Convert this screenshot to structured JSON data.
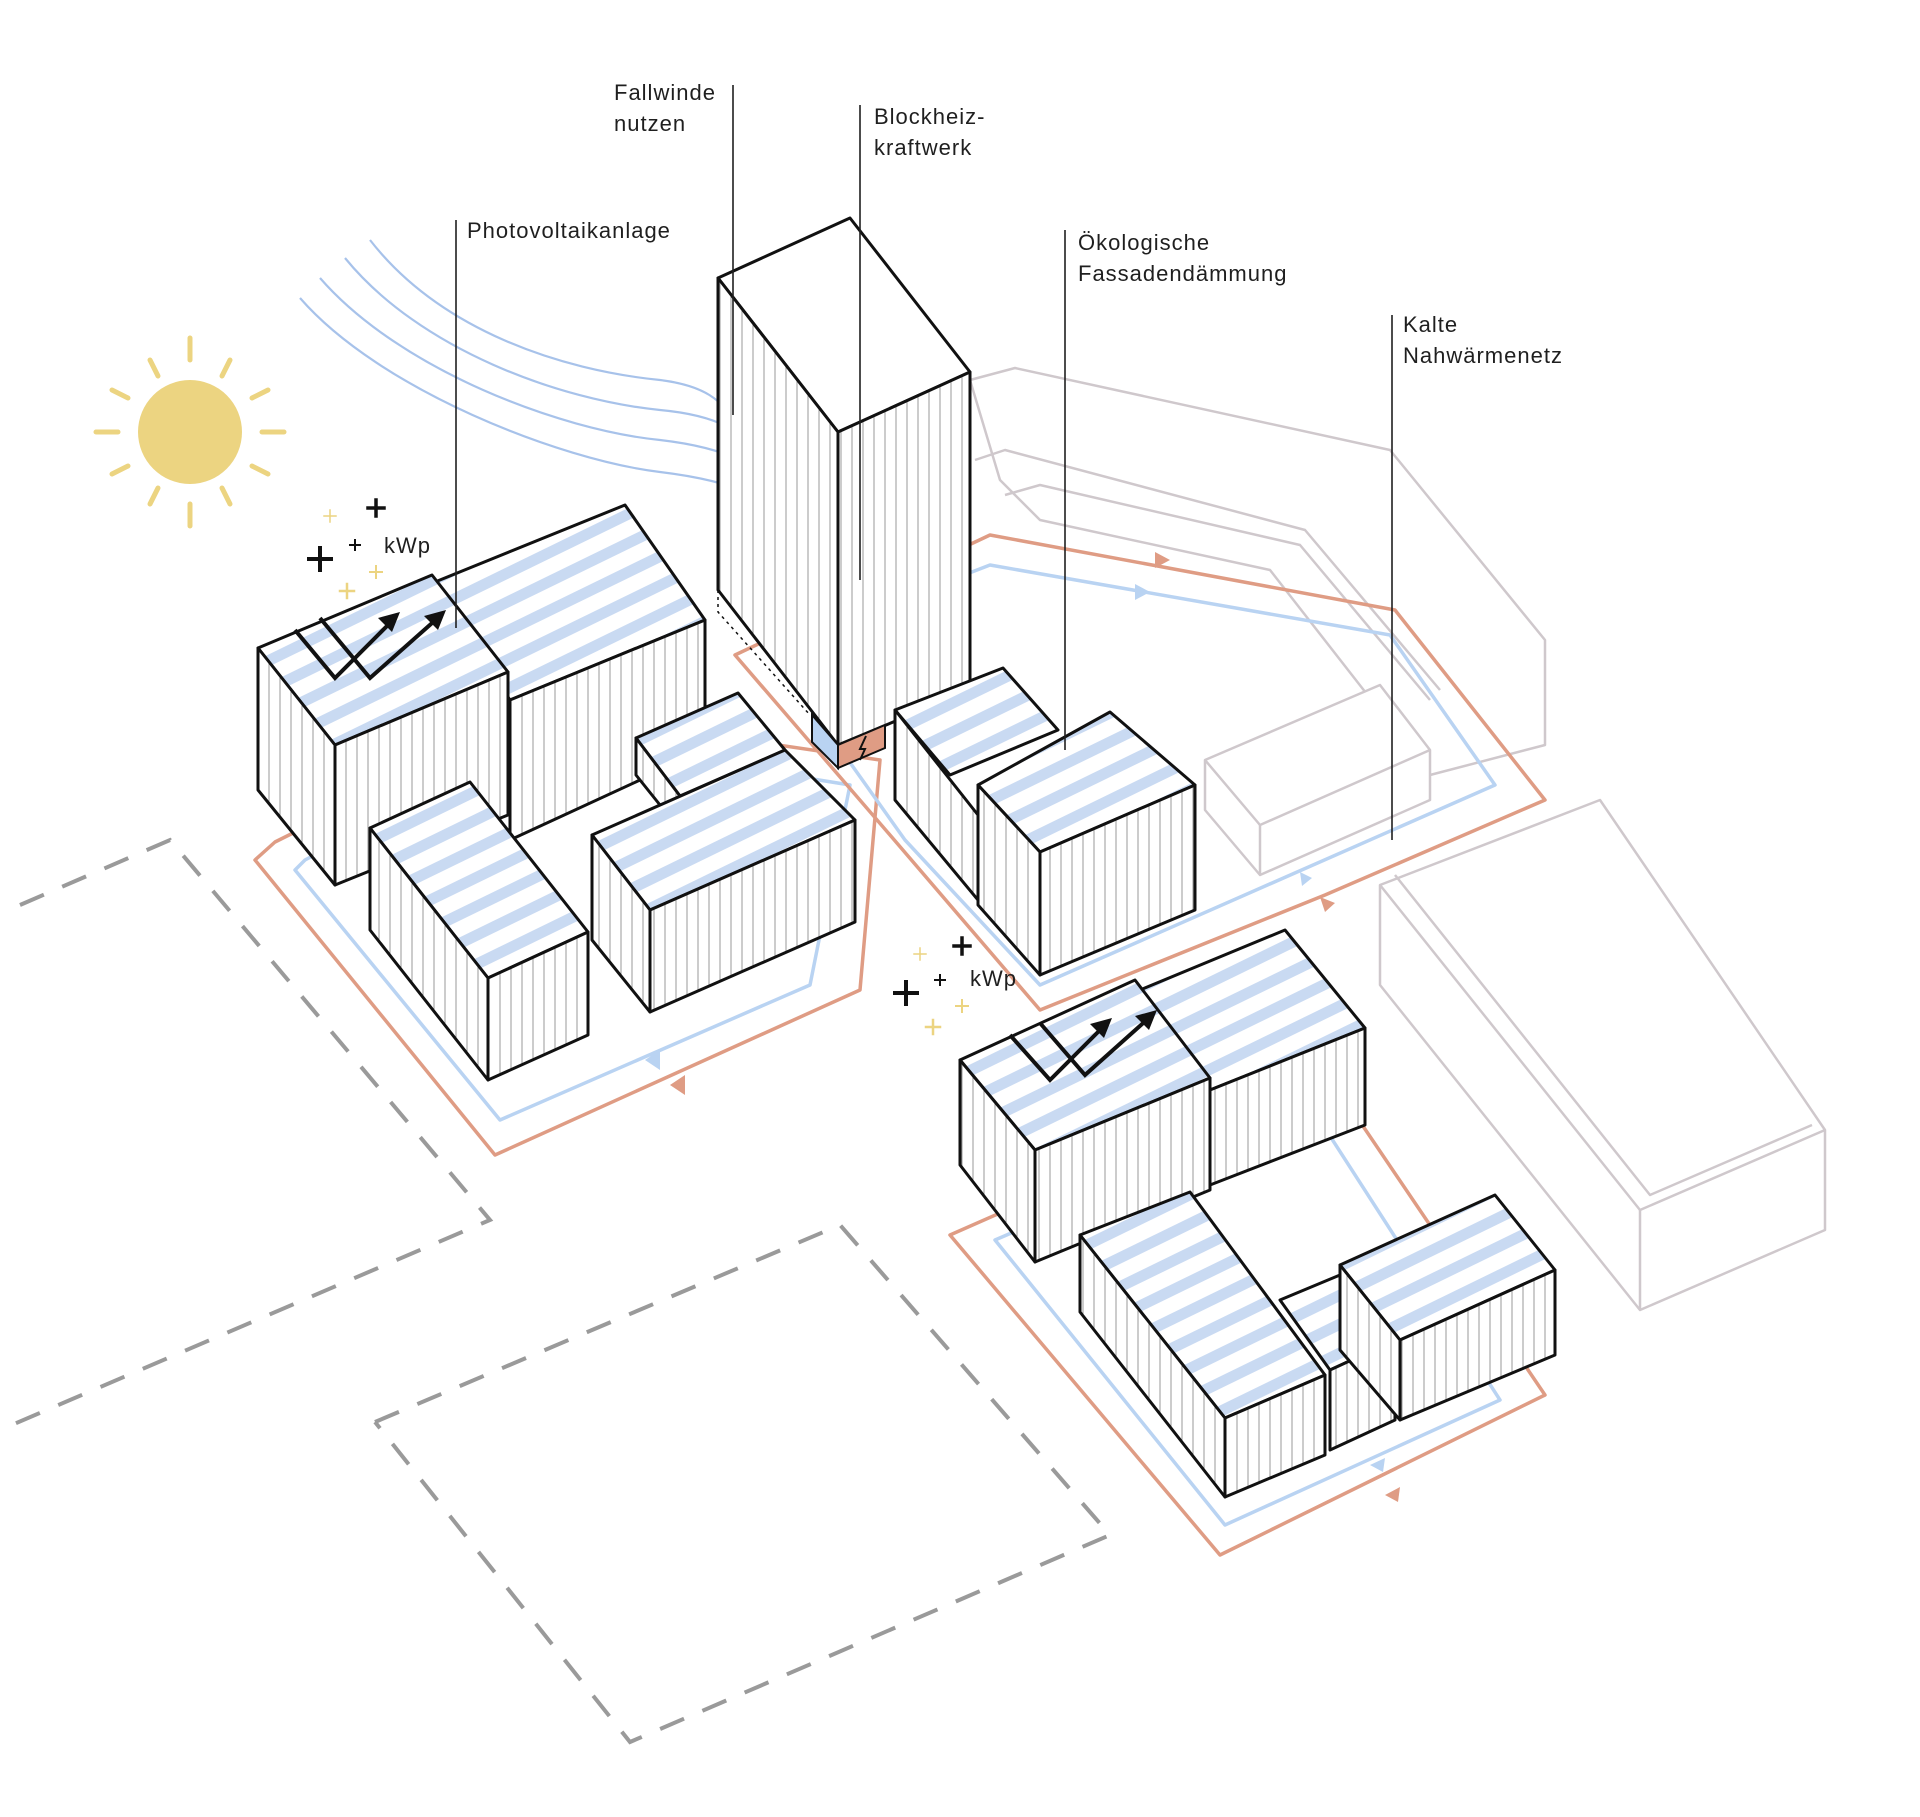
{
  "labels": {
    "fallwinde_1": "Fallwinde",
    "fallwinde_2": "nutzen",
    "bhkw_1": "Blockheiz-",
    "bhkw_2": "kraftwerk",
    "pv": "Photovoltaikanlage",
    "oeko_1": "Ökologische",
    "oeko_2": "Fassadendämmung",
    "kalt_1": "Kalte",
    "kalt_2": "Nahwärmenetz"
  },
  "kwp": {
    "left": "kWp",
    "right": "kWp"
  },
  "colors": {
    "sun": "#ecd481",
    "warm_pipe": "#df9c84",
    "cold_pipe": "#b9d3f2",
    "pv_stripe": "#c9daf2",
    "ghost": "#cfc8cc",
    "dashed": "#9a9a9a"
  },
  "icons": [
    "sun-icon",
    "growth-arrow-icon",
    "lightning-icon",
    "plus-icon"
  ]
}
